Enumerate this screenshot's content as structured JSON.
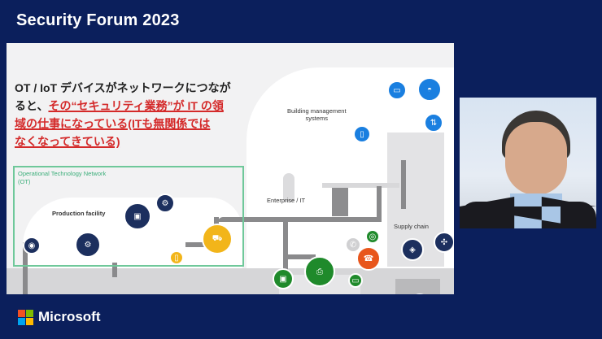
{
  "header": {
    "event_title": "Security Forum 2023"
  },
  "slide": {
    "headline_line1": "OT / IoT デバイスがネットワークにつなが",
    "headline_line2_black": "ると、",
    "headline_line2_red": "その“セキュリティ業務”が IT の領",
    "headline_line3_red": "域の仕事になっている(ITも無関係では",
    "headline_line4_red": "なくなってきている)",
    "ot_network_label_line1": "Operational Technology Network",
    "ot_network_label_line2": "(OT)",
    "production_facility_label": "Production facility",
    "building_mgmt_label_line1": "Building management",
    "building_mgmt_label_line2": "systems",
    "enterprise_it_label": "Enterprise / IT",
    "supply_chain_label": "Supply chain",
    "colors": {
      "ot_navy": "#1c2f5e",
      "ot_yellow": "#f2b51a",
      "building_blue": "#1a7fe0",
      "enterprise_green": "#1f8a2b",
      "enterprise_orange": "#e8561c",
      "ot_border": "#6fc89a",
      "headline_red": "#d42a2a"
    },
    "icons": {
      "ot": [
        "robot-arm-icon",
        "monitor-icon",
        "settings-icon",
        "sensor-icon",
        "forklift-icon",
        "tablet-icon"
      ],
      "building": [
        "projector-icon",
        "camera-icon",
        "phone-icon",
        "elevator-icon"
      ],
      "enterprise": [
        "printer-icon",
        "pc-icon",
        "laptop-icon",
        "router-icon",
        "phone-icon",
        "voip-icon"
      ],
      "supply_chain": [
        "package-icon",
        "drone-icon",
        "truck-icon"
      ]
    }
  },
  "video": {
    "description": "Presenter webcam feed"
  },
  "footer": {
    "brand": "Microsoft",
    "logo_colors": [
      "#f25022",
      "#7fba00",
      "#00a4ef",
      "#ffb900"
    ]
  }
}
